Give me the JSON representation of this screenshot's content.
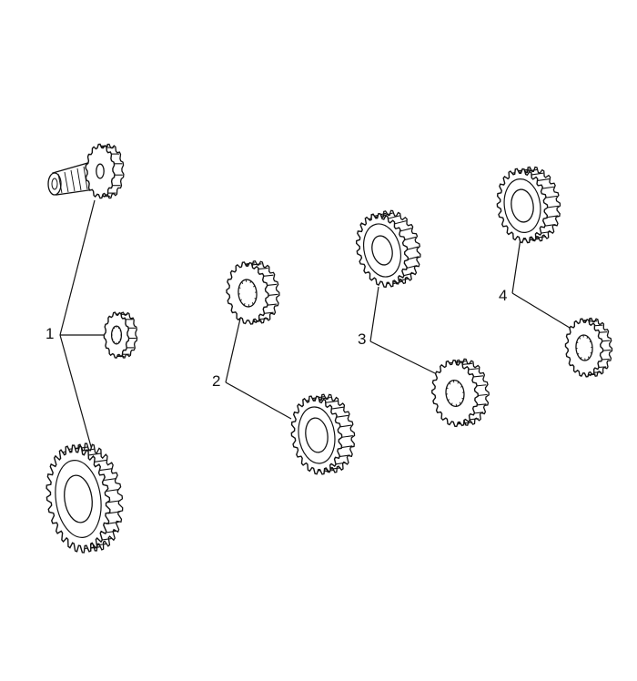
{
  "diagram": {
    "groups": [
      {
        "label": "1",
        "parts": [
          "pinion-shaft-gear",
          "small-spur-gear",
          "large-helical-gear"
        ]
      },
      {
        "label": "2",
        "parts": [
          "gear-2a",
          "gear-2b"
        ]
      },
      {
        "label": "3",
        "parts": [
          "gear-3a",
          "gear-3b"
        ]
      },
      {
        "label": "4",
        "parts": [
          "gear-4a",
          "gear-4b"
        ]
      }
    ]
  }
}
